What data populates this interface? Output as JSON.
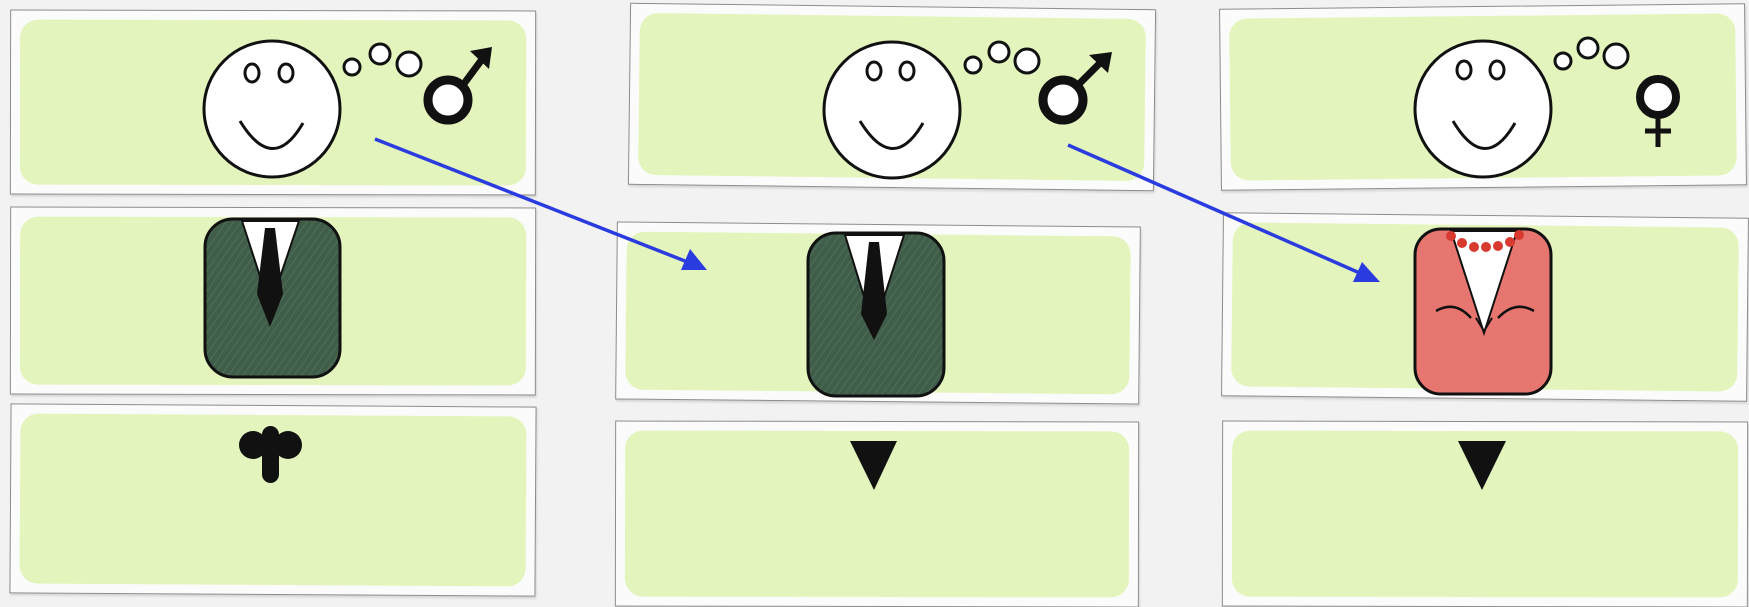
{
  "colors": {
    "background": "#f2f2f3",
    "panel_fill": "#e3f5bd",
    "card_fill": "#fbfbfb",
    "card_border": "#8c8c8c",
    "arrow": "#2a3cdf",
    "suit_male": "#3f5d48",
    "suit_female": "#e87670",
    "necklace": "#d83a30",
    "ink": "#111111",
    "shirt": "#ffffff"
  },
  "columns": [
    {
      "thought_symbol": "male-symbol-icon",
      "outfit": "male-suit-icon",
      "lower_symbol": "t-shaped-genital-icon"
    },
    {
      "thought_symbol": "male-symbol-icon",
      "outfit": "male-suit-icon",
      "lower_symbol": "triangle-down-icon"
    },
    {
      "thought_symbol": "female-symbol-icon",
      "outfit": "female-dress-necklace-icon",
      "lower_symbol": "triangle-down-icon"
    }
  ],
  "arrows": [
    {
      "from_column": 1,
      "to_column": 2
    },
    {
      "from_column": 2,
      "to_column": 3
    }
  ]
}
